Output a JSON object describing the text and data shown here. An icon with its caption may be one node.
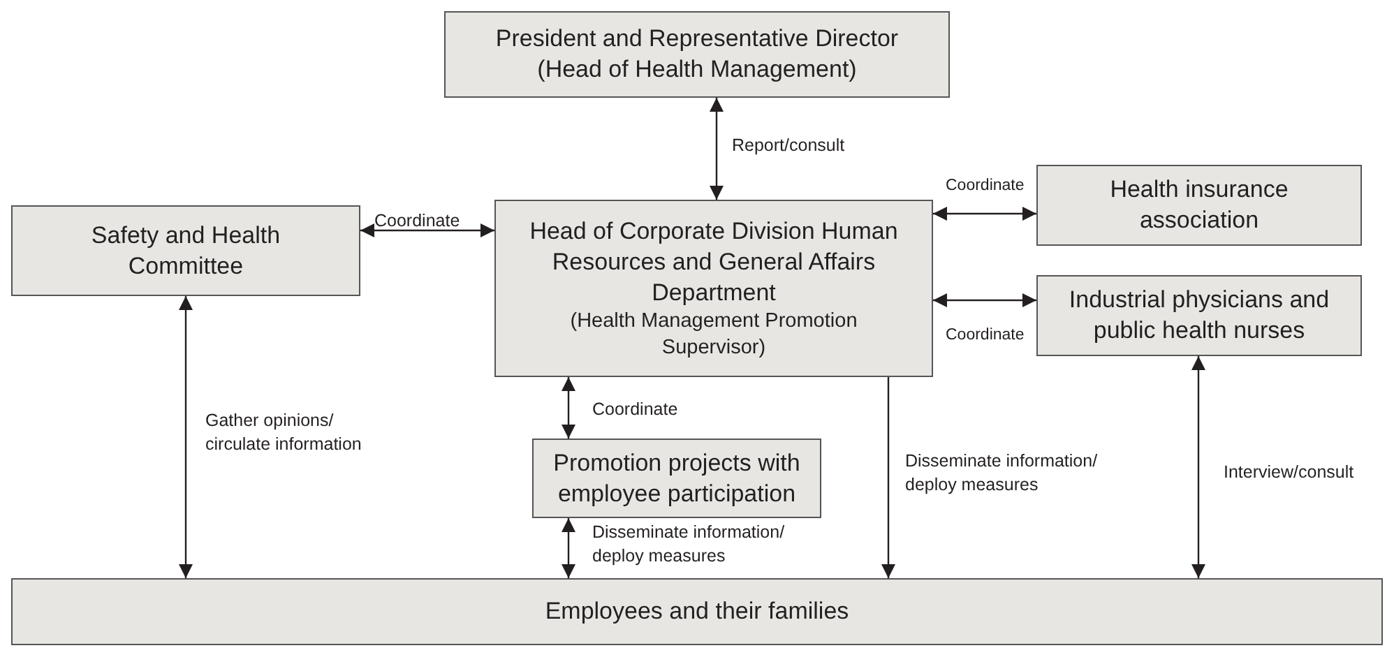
{
  "diagram": {
    "nodes": [
      {
        "text": [
          "President and Representative Director",
          "(Head of Health Management)"
        ]
      },
      {
        "text": [
          "Safety and Health Committee"
        ]
      },
      {
        "text": [
          "Head of Corporate Division Human Resources and General Affairs Department",
          "(Health Management Promotion Supervisor)"
        ]
      },
      {
        "text": [
          "Health insurance association"
        ]
      },
      {
        "text": [
          "Industrial physicians and public health nurses"
        ]
      },
      {
        "text": [
          "Promotion projects with employee participation"
        ]
      },
      {
        "text": [
          "Employees and their families"
        ]
      }
    ],
    "edges": [
      {
        "from": 0,
        "to": 2,
        "arrow": "both",
        "label": "Report/consult"
      },
      {
        "from": 1,
        "to": 2,
        "arrow": "both",
        "label": "Coordinate"
      },
      {
        "from": 2,
        "to": 3,
        "arrow": "both",
        "label": "Coordinate"
      },
      {
        "from": 2,
        "to": 4,
        "arrow": "both",
        "label": "Coordinate"
      },
      {
        "from": 2,
        "to": 5,
        "arrow": "both",
        "label": "Coordinate"
      },
      {
        "from": 5,
        "to": 6,
        "arrow": "both",
        "label": "Disseminate information/ deploy measures"
      },
      {
        "from": 2,
        "to": 6,
        "arrow": "to",
        "label": "Disseminate information/ deploy measures"
      },
      {
        "from": 1,
        "to": 6,
        "arrow": "both",
        "label": "Gather opinions/ circulate information"
      },
      {
        "from": 4,
        "to": 6,
        "arrow": "both",
        "label": "Interview/consult"
      }
    ]
  }
}
